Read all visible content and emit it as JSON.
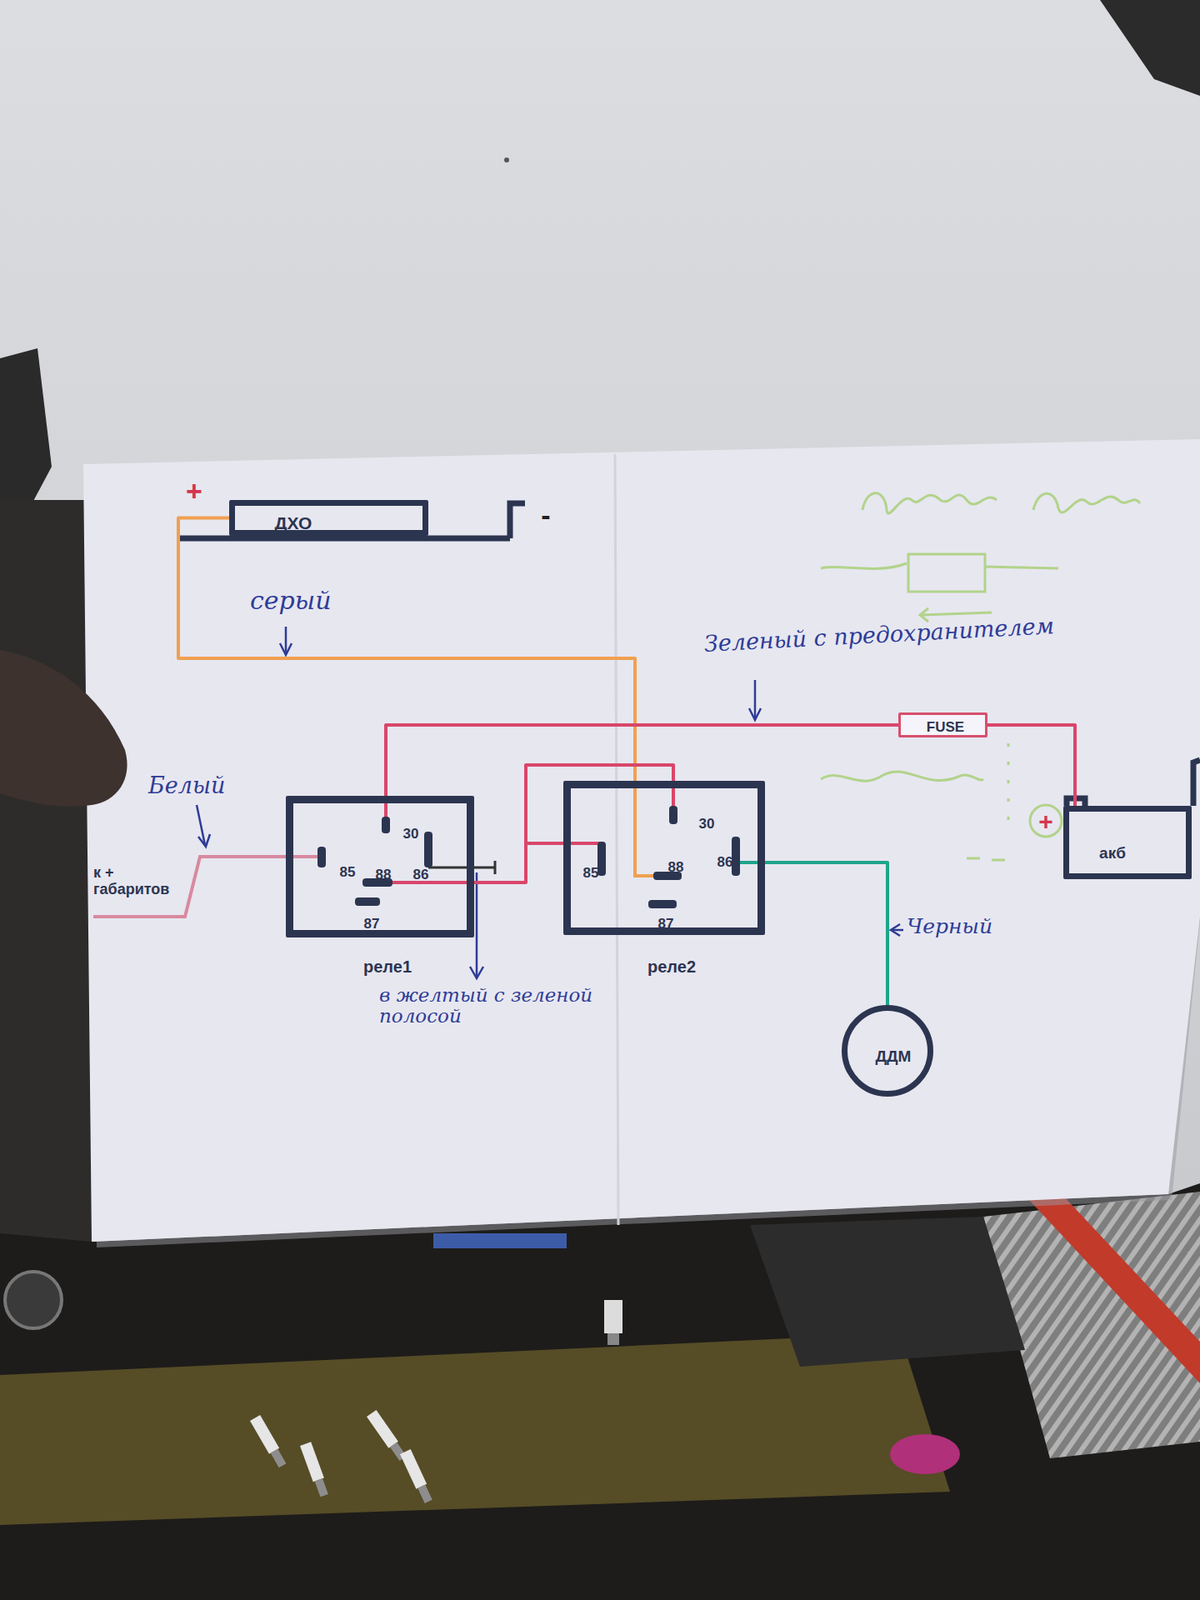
{
  "diagram": {
    "nodes": [
      {
        "text": [
          "ДХО"
        ]
      },
      {
        "text": [
          "FUSE"
        ]
      },
      {
        "text": [
          "30",
          "85",
          "88",
          "86",
          "87",
          "реле1"
        ]
      },
      {
        "text": [
          "30",
          "85",
          "88",
          "86",
          "87",
          "реле2"
        ]
      },
      {
        "text": [
          "акб"
        ]
      },
      {
        "text": [
          "ДДМ"
        ]
      }
    ],
    "edges": [
      {
        "from": 0,
        "to": 3,
        "arrow": "none",
        "label": "серый"
      },
      {
        "from": 1,
        "to": 2,
        "arrow": "none",
        "label": "Зеленый с предохранителем"
      },
      {
        "from": 1,
        "to": 4,
        "arrow": "none"
      },
      {
        "from": 2,
        "to": 3,
        "arrow": "none"
      },
      {
        "from": 3,
        "to": 5,
        "arrow": "none",
        "label": "Черный"
      }
    ],
    "labels": [
      "+",
      "-",
      "Белый",
      "к + габаритов",
      "+",
      "в желтый с зеленой полосой"
    ]
  }
}
